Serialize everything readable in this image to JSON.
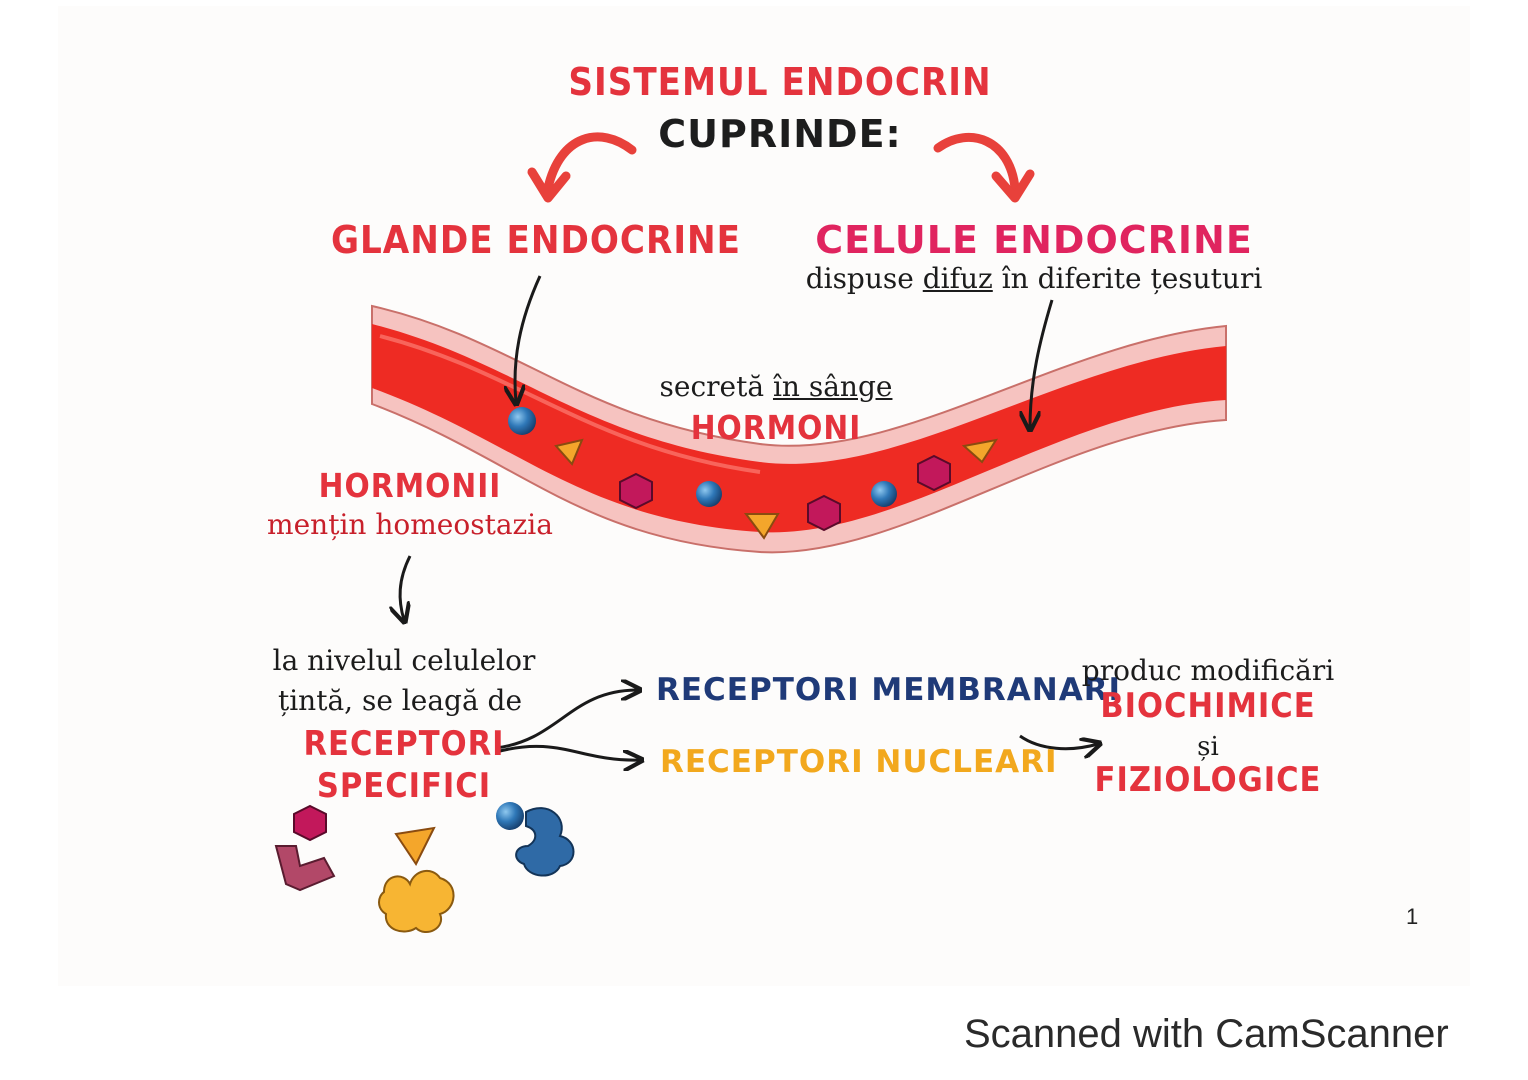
{
  "title": "SISTEMUL ENDOCRIN",
  "subtitle": "CUPRINDE:",
  "glands": "GLANDE ENDOCRINE",
  "cells": "CELULE ENDOCRINE",
  "cells_desc_before": "dispuse",
  "cells_desc_underlined": "difuz",
  "cells_desc_after": "în diferite țesuturi",
  "secrete_before": "secretă",
  "secrete_underlined": "în sânge",
  "hormones": "HORMONI",
  "hormonii": "HORMONII",
  "homeostasis": "mențin homeostazia",
  "target_line1": "la nivelul celulelor",
  "target_line2": "țintă, se leagă de",
  "receptors_line1": "RECEPTORI",
  "receptors_line2": "SPECIFICI",
  "membrane_receptors": "RECEPTORI MEMBRANARI",
  "nuclear_receptors": "RECEPTORI NUCLEARI",
  "produce": "produc modificări",
  "biochemical": "BIOCHIMICE",
  "and": "și",
  "physiological": "FIZIOLOGICE",
  "page_number": "1",
  "watermark": "Scanned with CamScanner",
  "colors": {
    "red": "#e4333d",
    "pink": "#e0245f",
    "navy": "#1f3a78",
    "orange": "#f2a81d",
    "vessel": "#ee2b23",
    "wall": "#f6c3c0"
  }
}
